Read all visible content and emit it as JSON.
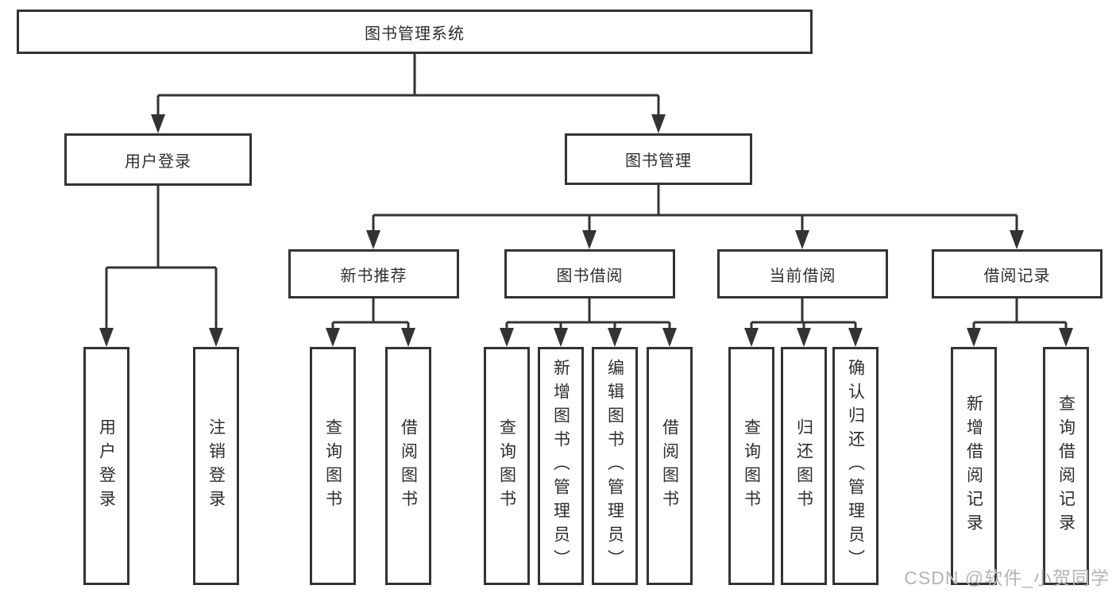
{
  "nodes": {
    "root": {
      "label": "图书管理系统"
    },
    "user_login": {
      "label": "用户登录"
    },
    "book_mgmt": {
      "label": "图书管理"
    },
    "new_book_rec": {
      "label": "新书推荐"
    },
    "book_borrow": {
      "label": "图书借阅"
    },
    "current_borrow": {
      "label": "当前借阅"
    },
    "borrow_records": {
      "label": "借阅记录"
    },
    "leaf_user_login": {
      "label": "用户登录"
    },
    "leaf_logout": {
      "label": "注销登录"
    },
    "leaf_query_book_new": {
      "label": "查询图书"
    },
    "leaf_borrow_book_new": {
      "label": "借阅图书"
    },
    "leaf_query_book_borrow": {
      "label": "查询图书"
    },
    "leaf_add_book": {
      "label": "新增图书（管理员）"
    },
    "leaf_edit_book": {
      "label": "编辑图书（管理员）"
    },
    "leaf_borrow_book_borrow": {
      "label": "借阅图书"
    },
    "leaf_query_book_current": {
      "label": "查询图书"
    },
    "leaf_return_book": {
      "label": "归还图书"
    },
    "leaf_confirm_return": {
      "label": "确认归还（管理员）"
    },
    "leaf_add_borrow_record": {
      "label": "新增借阅记录"
    },
    "leaf_query_borrow_record": {
      "label": "查询借阅记录"
    }
  },
  "watermark": {
    "text": "CSDN @软件_小贺同学"
  },
  "colors": {
    "line": "#333333",
    "box_border": "#333333",
    "text": "#2e2e2e",
    "background": "#ffffff",
    "watermark": "#b5b5b5"
  }
}
